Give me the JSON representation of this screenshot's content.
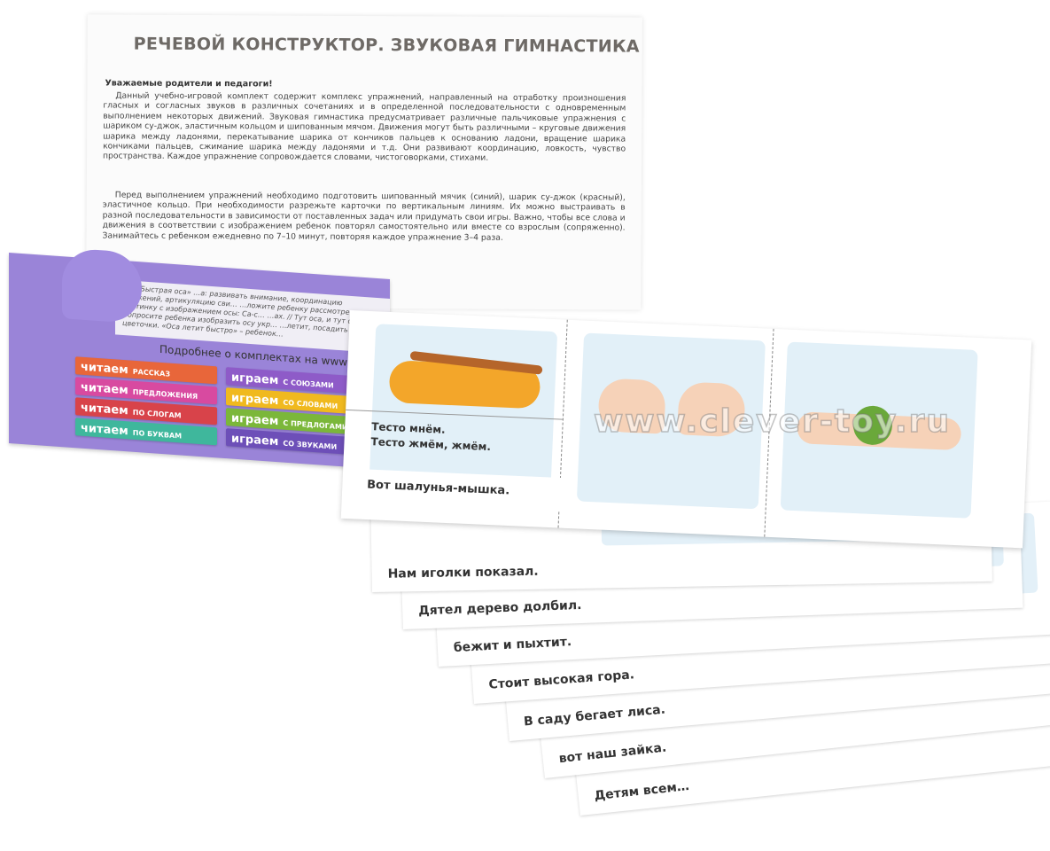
{
  "booklet": {
    "title": "РЕЧЕВОЙ КОНСТРУКТОР. ЗВУКОВАЯ ГИМНАСТИКА",
    "greeting": "Уважаемые родители и педагоги!",
    "paragraphs": [
      "Данный учебно-игровой комплект содержит комплекс упражнений, направленный на отработку произношения гласных и согласных звуков в различных сочетаниях и в определенной последовательности с одновременным выполнением некоторых движений. Звуковая гимнастика предусматривает различные пальчиковые упражнения с шариком су-джок, эластичным кольцом и шипованным мячом. Движения могут быть различными – круговые движения шарика между ладонями, перекатывание шарика от кончиков пальцев к основанию ладони, вращение шарика кончиками пальцев, сжимание шарика между ладонями и т.д. Они развивают координацию, ловкость, чувство пространства. Каждое упражнение сопровождается словами, чистоговорками, стихами.",
      "Перед выполнением упражнений необходимо подготовить шипованный мячик (синий), шарик су-джок (красный), эластичное кольцо. При необходимости разрежьте карточки по вертикальным линиям. Их можно выстраивать в разной последовательности в зависимости от поставленных задач или придумать свои игры. Важно, чтобы все слова и движения в соответствии с изображением ребенок повторял самостоятельно или вместе со взрослым (сопряженно). Занимайтесь с ребенком ежедневно по 7–10 минут, повторяя каждое упражнение 3–4 раза."
    ]
  },
  "folder": {
    "inner_text": "…а «Быстрая оса» …а: развивать внимание, координацию движений, артикуляцию сви… …ложите ребенку рассмотреть картинку с изображением осы: Са-с… …ах. // Тут оса, и тут оса! Попросите ребенка изобразить осу укр… …летит, посадить ее на цветочки. «Оса летит быстро» – ребенок…",
    "note": "Подробнее о комплектах на www",
    "series": [
      {
        "title": "читаем",
        "sub": "рассказ",
        "color": "#e8663a"
      },
      {
        "title": "читаем",
        "sub": "предложения",
        "color": "#d84aa0"
      },
      {
        "title": "читаем",
        "sub": "по слогам",
        "color": "#d8434a"
      },
      {
        "title": "читаем",
        "sub": "по буквам",
        "color": "#3fb79c"
      },
      {
        "title": "играем",
        "sub": "с союзами",
        "color": "#8e5bc8"
      },
      {
        "title": "играем",
        "sub": "со словами",
        "color": "#f0b91e"
      },
      {
        "title": "играем",
        "sub": "с предлогами",
        "color": "#7bb73a"
      },
      {
        "title": "играем",
        "sub": "со звуками",
        "color": "#6d4fb8"
      }
    ]
  },
  "top_card": {
    "line1": "Тесто мнём.",
    "line2": "Тесто жмём, жмём.",
    "line3": "Вот шалунья-мышка."
  },
  "cards": [
    "Нам иголки показал.",
    "Дятел дерево долбил.",
    "бежит и пыхтит.",
    "Стоит высокая гора.",
    "В саду бегает лиса.",
    "вот наш зайка.",
    "Детям всем…"
  ],
  "watermark": "www.clever-toy.ru"
}
